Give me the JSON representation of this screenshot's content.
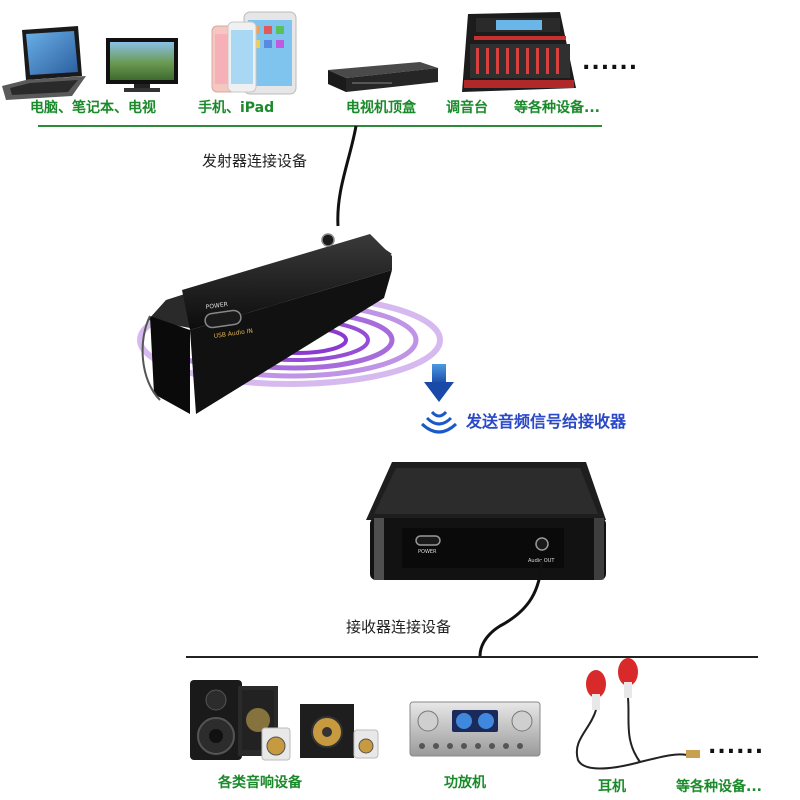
{
  "top_devices": {
    "labels": [
      {
        "id": "pc",
        "text": "电脑、笔记本、电视"
      },
      {
        "id": "phone",
        "text": "手机、iPad"
      },
      {
        "id": "stb",
        "text": "电视机顶盒"
      },
      {
        "id": "mixer",
        "text": "调音台"
      },
      {
        "id": "other",
        "text": "等各种设备..."
      }
    ],
    "more": "......"
  },
  "transmitter": {
    "connect_label": "发射器连接设备",
    "power_text": "POWER",
    "port_text": "USB\nAudio IN"
  },
  "signal": {
    "label": "发送音频信号给接收器"
  },
  "receiver": {
    "connect_label": "接收器连接设备",
    "power_text": "POWER",
    "port_text": "Audio OUT"
  },
  "bottom_devices": {
    "labels": [
      {
        "id": "speakers",
        "text": "各类音响设备"
      },
      {
        "id": "amp",
        "text": "功放机"
      },
      {
        "id": "earphone",
        "text": "耳机"
      },
      {
        "id": "other",
        "text": "等各种设备..."
      }
    ],
    "more": "......"
  },
  "colors": {
    "green_line": "#2e8b3a",
    "label_green": "#1a8a2a",
    "signal_blue": "#2a48c8",
    "ring_purple": "#8a3ad0"
  }
}
